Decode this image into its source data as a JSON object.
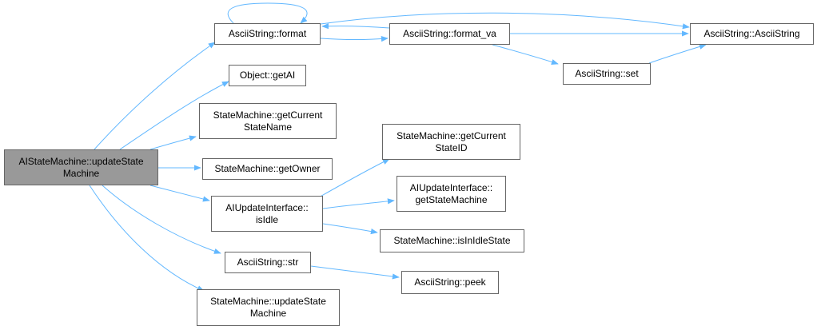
{
  "graph": {
    "edge_color": "#63b8ff",
    "node_border_color": "#666666",
    "root_fill_color": "#999999",
    "nodes": {
      "root": {
        "line1": "AIStateMachine::updateState",
        "line2": "Machine"
      },
      "fmt": {
        "line1": "AsciiString::format"
      },
      "fmtva": {
        "line1": "AsciiString::format_va"
      },
      "ctor": {
        "line1": "AsciiString::AsciiString"
      },
      "set": {
        "line1": "AsciiString::set"
      },
      "getai": {
        "line1": "Object::getAI"
      },
      "gcsn": {
        "line1": "StateMachine::getCurrent",
        "line2": "StateName"
      },
      "gcsid": {
        "line1": "StateMachine::getCurrent",
        "line2": "StateID"
      },
      "owner": {
        "line1": "StateMachine::getOwner"
      },
      "aigsm": {
        "line1": "AIUpdateInterface::",
        "line2": "getStateMachine"
      },
      "isidle": {
        "line1": "AIUpdateInterface::",
        "line2": "isIdle"
      },
      "inidle": {
        "line1": "StateMachine::isInIdleState"
      },
      "str": {
        "line1": "AsciiString::str"
      },
      "peek": {
        "line1": "AsciiString::peek"
      },
      "usm2": {
        "line1": "StateMachine::updateState",
        "line2": "Machine"
      }
    }
  }
}
